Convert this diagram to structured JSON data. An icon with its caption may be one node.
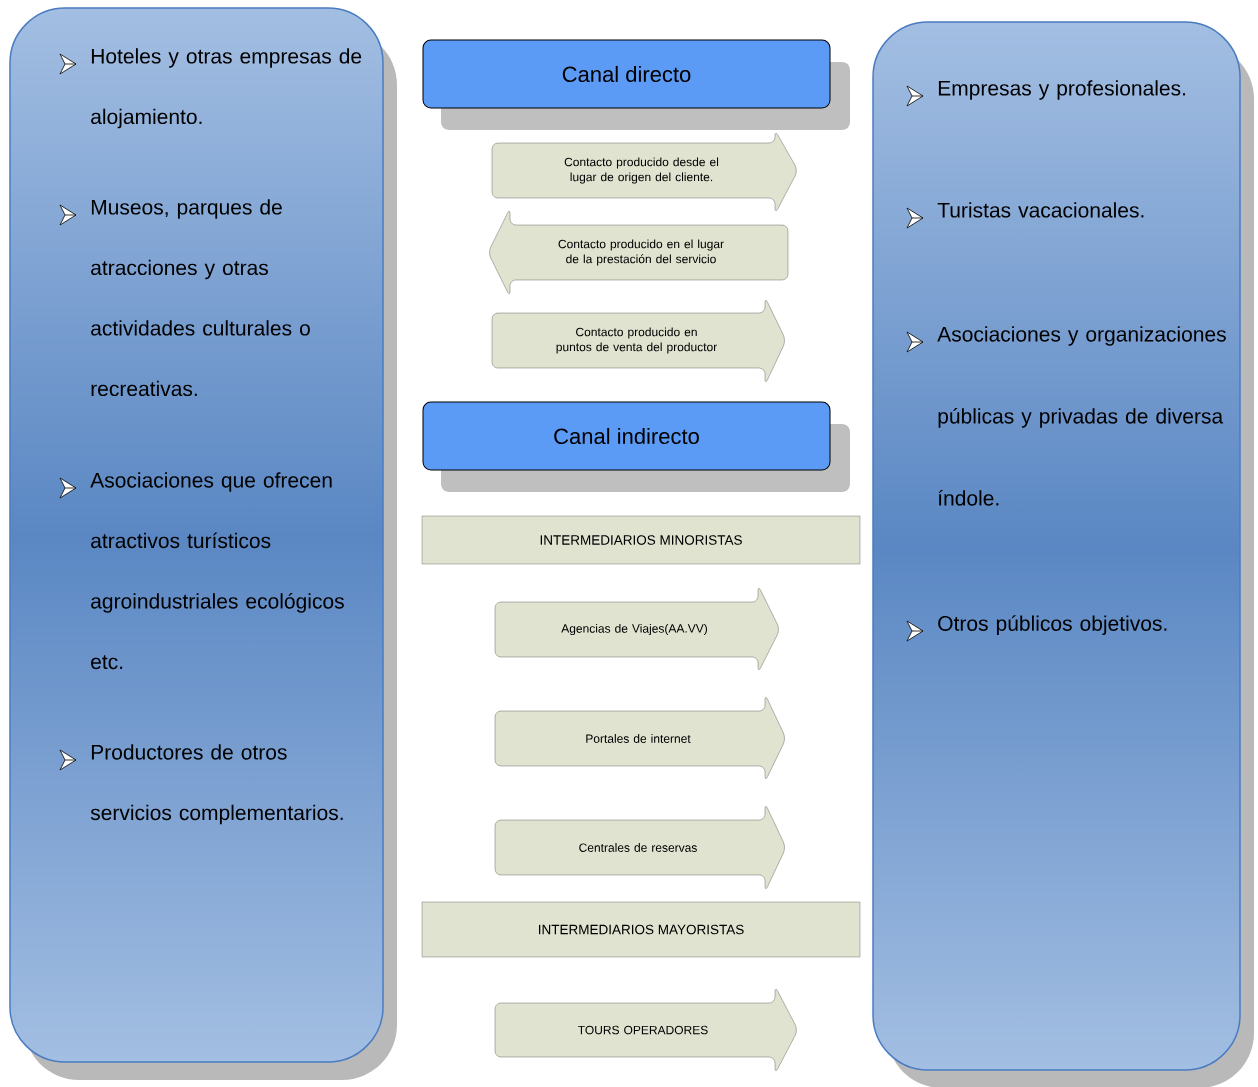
{
  "diagram": {
    "nodes": [
      {
        "text": [
          "Hoteles y otras empresas de alojamiento.",
          "Museos, parques de atracciones y otras actividades culturales o recreativas.",
          "Asociaciones que ofrecen atractivos turísticos agroindustriales ecológicos etc.",
          "Productores de otros servicios complementarios."
        ]
      },
      {
        "text": [
          "Canal directo"
        ]
      },
      {
        "text": [
          "Contacto producido desde el lugar de origen del cliente."
        ]
      },
      {
        "text": [
          "Contacto producido en el lugar de la prestación del servicio"
        ]
      },
      {
        "text": [
          "Contacto producido en puntos de venta del productor"
        ]
      },
      {
        "text": [
          "Canal indirecto"
        ]
      },
      {
        "text": [
          "INTERMEDIARIOS MINORISTAS"
        ]
      },
      {
        "text": [
          "Agencias de Viajes(AA.VV)"
        ]
      },
      {
        "text": [
          "Portales de internet"
        ]
      },
      {
        "text": [
          "Centrales de reservas"
        ]
      },
      {
        "text": [
          "INTERMEDIARIOS MAYORISTAS"
        ]
      },
      {
        "text": [
          "TOURS OPERADORES"
        ]
      },
      {
        "text": [
          "Empresas y profesionales.",
          "Turistas vacacionales.",
          "Asociaciones y organizaciones públicas y privadas de diversa índole.",
          "Otros públicos objetivos."
        ]
      }
    ]
  }
}
